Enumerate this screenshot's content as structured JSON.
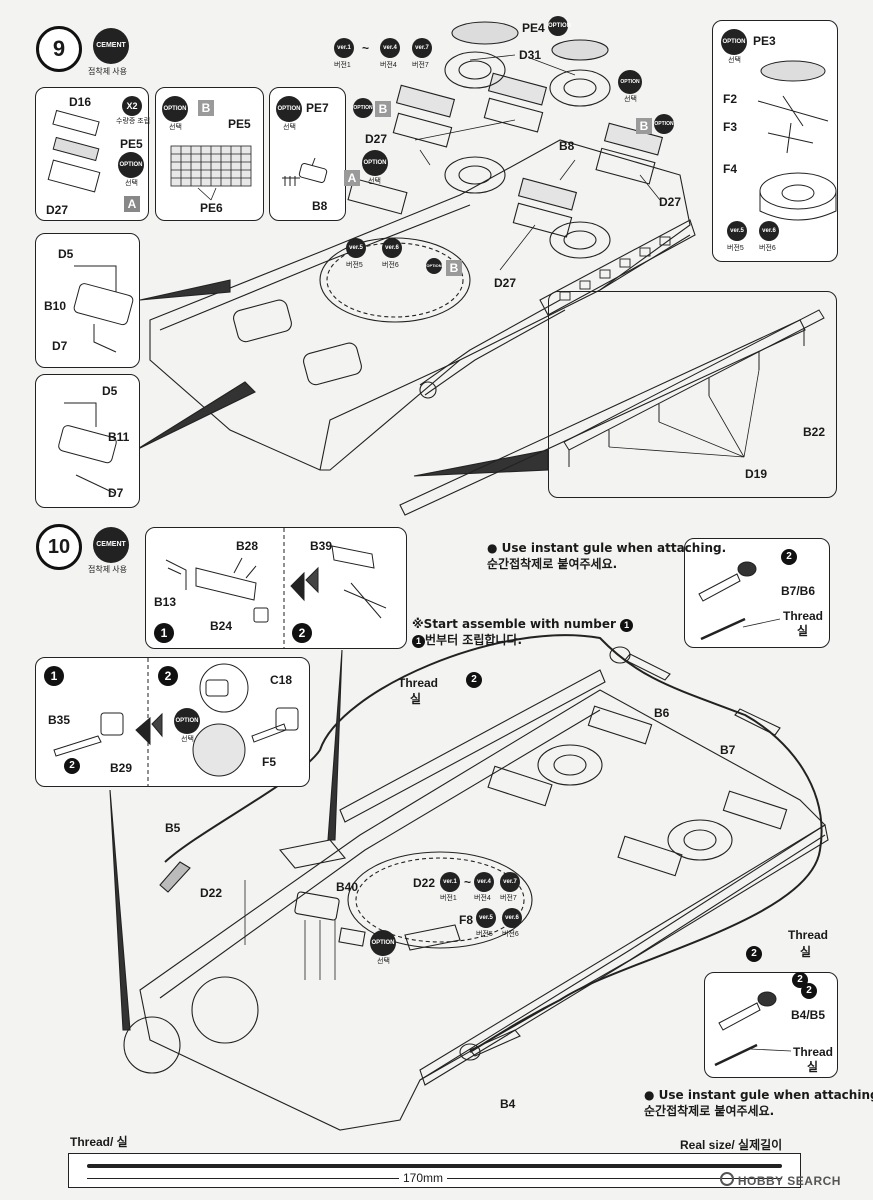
{
  "step9": {
    "number": "9",
    "cement_badge": "CEMENT",
    "cement_note": "접착제 사용",
    "inset_a": {
      "labels": [
        "D16",
        "PE5",
        "D27"
      ],
      "times_badge": "X2",
      "times_note": "수량증 조립",
      "option_badge": "OPTION",
      "option_note": "선택",
      "variant": "A"
    },
    "inset_b": {
      "option_badge": "OPTION",
      "option_note": "선택",
      "variant": "B",
      "labels": [
        "PE5",
        "PE6"
      ]
    },
    "inset_pe7": {
      "option_badge": "OPTION",
      "option_note": "선택",
      "labels": [
        "PE7",
        "B8"
      ]
    },
    "inset_pe3": {
      "option_badge": "OPTION",
      "option_note": "선택",
      "labels": [
        "PE3",
        "F2",
        "F3",
        "F4"
      ],
      "ver_a": "ver.5",
      "ver_a_note": "버전5",
      "ver_b": "ver.6",
      "ver_b_note": "버전6"
    },
    "inset_d5_b10": {
      "labels": [
        "D5",
        "B10",
        "D7"
      ]
    },
    "inset_d5_b11": {
      "labels": [
        "D5",
        "B11",
        "D7"
      ]
    },
    "inset_rail": {
      "labels": [
        "B22",
        "D19"
      ]
    },
    "main_labels": {
      "pe4": "PE4",
      "d31": "D31",
      "d27a": "D27",
      "d27b": "D27",
      "d27c": "D27",
      "b8": "B8"
    },
    "ver_row": {
      "v1": "ver.1",
      "v1_note": "버전1",
      "tilde": "~",
      "v4": "ver.4",
      "v4_note": "버전4",
      "v7": "ver.7",
      "v7_note": "버전7"
    },
    "ver_mid": {
      "v5": "ver.5",
      "v5_note": "버전5",
      "v6": "ver.6",
      "v6_note": "버전6"
    },
    "option": "OPTION",
    "option_note": "선택",
    "variant_a": "A",
    "variant_b": "B"
  },
  "step10": {
    "number": "10",
    "cement_badge": "CEMENT",
    "cement_note": "접착제 사용",
    "inset_b28": {
      "labels": [
        "B28",
        "B13",
        "B24",
        "B39"
      ],
      "sub1": "1",
      "sub2": "2"
    },
    "inset_b35": {
      "labels": [
        "B35",
        "B29",
        "C18",
        "F5"
      ],
      "sub1": "1",
      "sub2": "2",
      "option_badge": "OPTION",
      "option_note": "선택",
      "mark": "2"
    },
    "inset_b7": {
      "labels": [
        "B7/B6",
        "Thread",
        "실"
      ],
      "mark": "2"
    },
    "inset_b4": {
      "labels": [
        "B4/B5",
        "Thread",
        "실"
      ],
      "mark": "2"
    },
    "glue_note_en": "Use instant gule when attaching.",
    "glue_note_ko": "순간접착제로 붙여주세요.",
    "start_note_en": "Start assemble with number",
    "start_note_ko": "번부터 조립합니다.",
    "start_mark": "1",
    "main_labels": {
      "thread1": "Thread",
      "thread1_ko": "실",
      "b6": "B6",
      "b7": "B7",
      "b5": "B5",
      "d22a": "D22",
      "b40": "B40",
      "d22b": "D22",
      "f8": "F8",
      "thread2": "Thread",
      "thread2_ko": "실",
      "b4": "B4"
    },
    "ver_row": {
      "v1": "ver.1",
      "v1_note": "버전1",
      "tilde": "~",
      "v4": "ver.4",
      "v4_note": "버전4",
      "v7": "ver.7",
      "v7_note": "버전7",
      "v5": "ver.5",
      "v5_note": "버전5",
      "v6": "ver.6",
      "v6_note": "버전6"
    },
    "option": "OPTION",
    "option_note": "선택",
    "mark": "2"
  },
  "footer": {
    "thread_label": "Thread/ 실",
    "real_size": "Real size/ 실제길이",
    "length": "170mm",
    "watermark": "HOBBY SEARCH"
  }
}
